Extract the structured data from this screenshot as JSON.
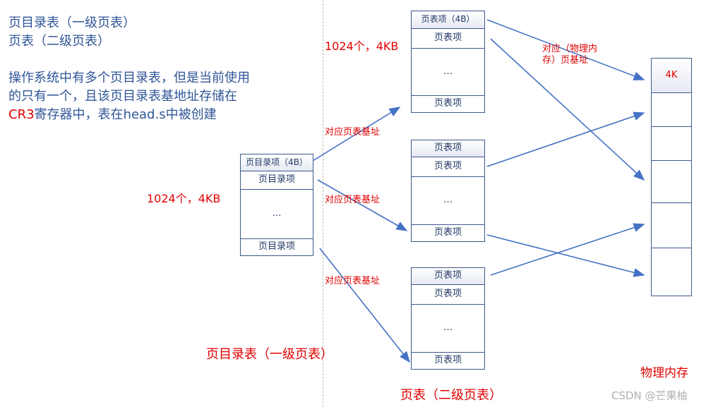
{
  "notes": {
    "line1": "页目录表（一级页表）",
    "line2": "页表（二级页表）",
    "line3": "操作系统中有多个页目录表，但是当前使用",
    "line4": "的只有一个，且该页目录表基地址存储在",
    "line5_red": "CR3",
    "line5_blue": "寄存器中，表在head.s中被创建"
  },
  "page_directory": {
    "rows": [
      "页目录项（4B）",
      "页目录项",
      "…",
      "页目录项"
    ],
    "count_label": "1024个，4KB",
    "caption": "页目录表（一级页表）"
  },
  "page_tables": {
    "count_label": "1024个，4KB",
    "caption": "页表（二级页表）",
    "table1_rows": [
      "页表项（4B）",
      "页表项",
      "…",
      "页表项"
    ],
    "table2_rows": [
      "页表项",
      "页表项",
      "…",
      "页表项"
    ],
    "table3_rows": [
      "页表项",
      "页表项",
      "…",
      "页表项"
    ]
  },
  "arrows": {
    "label": "对应页表基址",
    "phys_label_1": "对应（物理内",
    "phys_label_2": "存）页基址"
  },
  "memory": {
    "first_cell": "4K",
    "caption": "物理内存"
  },
  "watermark": "CSDN @芒果柚",
  "colors": {
    "arrow": "#4472c4",
    "border": "#3b5a8a",
    "red": "#e00000",
    "blue": "#2f5597"
  }
}
